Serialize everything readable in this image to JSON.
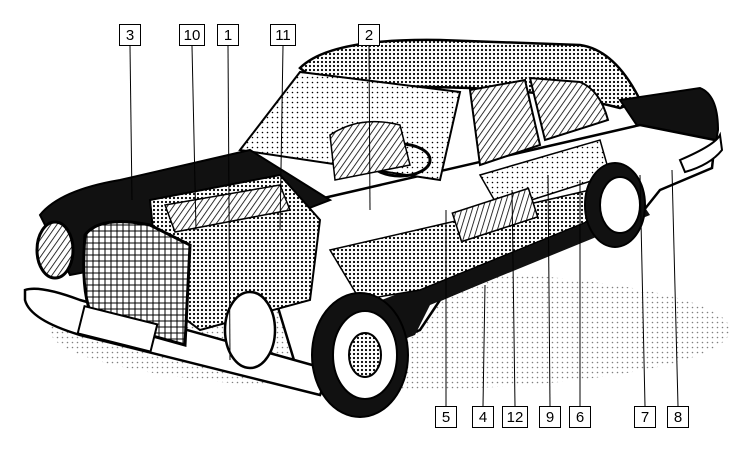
{
  "colors": {
    "background": "#ffffff",
    "ink": "#000000",
    "paper": "#ffffff"
  },
  "illustration": {
    "subject": "car-cutaway",
    "style": "black-and-white engraving"
  },
  "callouts": [
    {
      "id": "c3",
      "label": "3"
    },
    {
      "id": "c10",
      "label": "10"
    },
    {
      "id": "c1",
      "label": "1"
    },
    {
      "id": "c11",
      "label": "11"
    },
    {
      "id": "c2",
      "label": "2"
    },
    {
      "id": "c5",
      "label": "5"
    },
    {
      "id": "c4",
      "label": "4"
    },
    {
      "id": "c12",
      "label": "12"
    },
    {
      "id": "c9",
      "label": "9"
    },
    {
      "id": "c6",
      "label": "6"
    },
    {
      "id": "c7",
      "label": "7"
    },
    {
      "id": "c8",
      "label": "8"
    }
  ]
}
